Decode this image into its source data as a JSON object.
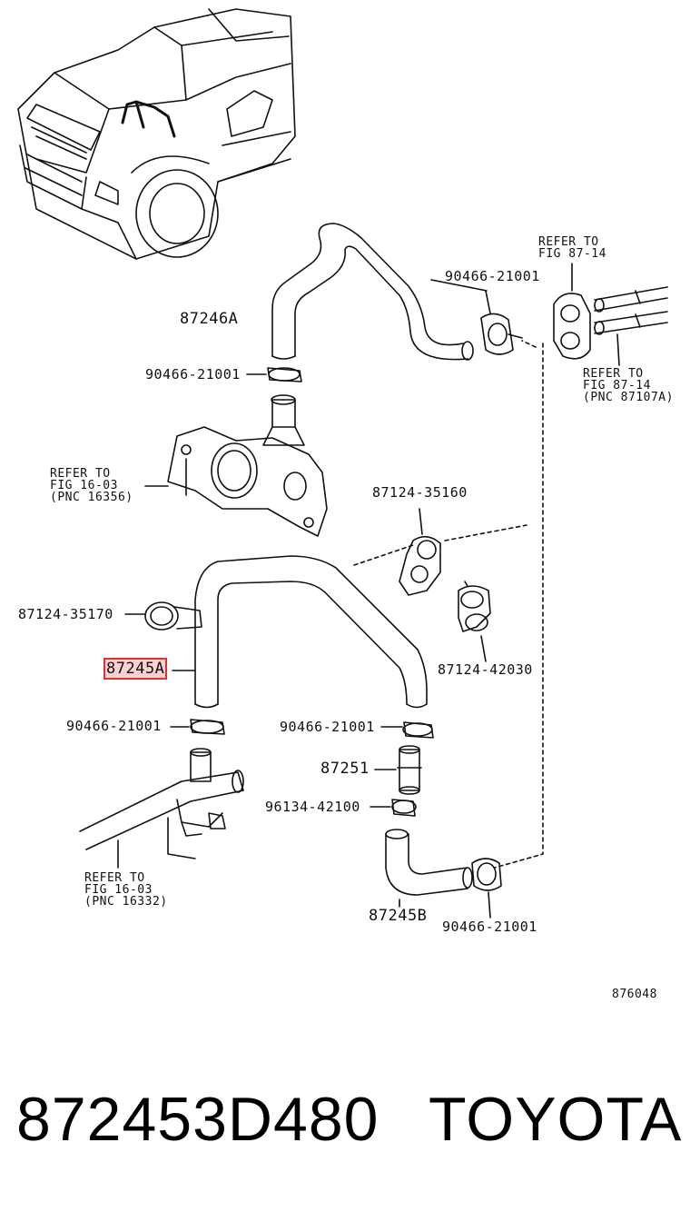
{
  "labels": {
    "hose_upper": "87246A",
    "clamp_upper_right": "90466-21001",
    "clamp_upper_left": "90466-21001",
    "clamp_87124_35160": "87124-35160",
    "clamp_87124_35170": "87124-35170",
    "hose_main": "87245A",
    "clamp_87124_42030": "87124-42030",
    "clamp_mid_left": "90466-21001",
    "clamp_mid_right": "90466-21001",
    "joint": "87251",
    "clamp_96134": "96134-42100",
    "hose_lower": "87245B",
    "clamp_lower_right": "90466-21001",
    "diagram_no": "876048"
  },
  "refs": {
    "ref_top": {
      "line1": "REFER TO",
      "line2": "FIG 87-14"
    },
    "ref_right": {
      "line1": "REFER TO",
      "line2": "FIG 87-14",
      "line3": "(PNC 87107A)"
    },
    "ref_left": {
      "line1": "REFER TO",
      "line2": "FIG 16-03",
      "line3": "(PNC 16356)"
    },
    "ref_bottom": {
      "line1": "REFER TO",
      "line2": "FIG 16-03",
      "line3": "(PNC 16332)"
    }
  },
  "footer": {
    "part_number": "872453D480",
    "brand": "TOYOTA"
  },
  "colors": {
    "highlight": "#e03030",
    "line": "#111111"
  }
}
